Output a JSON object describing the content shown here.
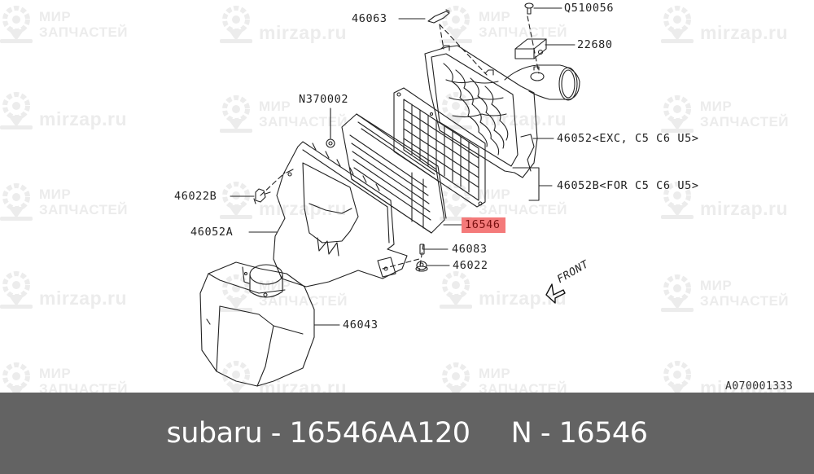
{
  "diagram": {
    "title": "Air cleaner assembly parts diagram",
    "labels": {
      "p46063": "46063",
      "pQ510056": "Q510056",
      "p22680": "22680",
      "pN370002": "N370002",
      "p46052": "46052<EXC, C5 C6 U5>",
      "p46052B": "46052B<FOR C5 C6 U5>",
      "p46022B": "46022B",
      "p16546": "16546",
      "p46052A": "46052A",
      "p46083": "46083",
      "p46022": "46022",
      "p46043": "46043",
      "front": "FRONT"
    },
    "highlighted_part": "16546",
    "highlight_color": "#f47a7a",
    "reference_code": "A070001333"
  },
  "watermarks": {
    "brand_line1": "МИР",
    "brand_line2": "ЗАПЧАСТЕЙ",
    "url": "mirzap.ru",
    "color": "#ececec"
  },
  "footer": {
    "brand_part": "subaru - 16546AA120",
    "oem_part": "N - 16546",
    "background": "#636363"
  }
}
